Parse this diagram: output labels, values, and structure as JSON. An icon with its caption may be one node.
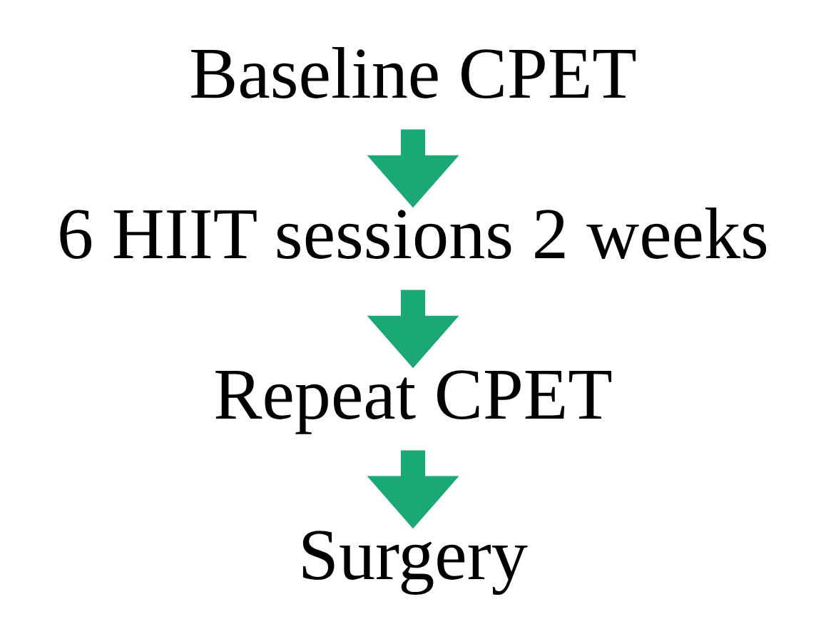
{
  "diagram": {
    "nodes": [
      {
        "text": [
          "Baseline CPET"
        ]
      },
      {
        "text": [
          "6 HIIT sessions 2 weeks"
        ]
      },
      {
        "text": [
          "Repeat CPET"
        ]
      },
      {
        "text": [
          "Surgery"
        ]
      }
    ],
    "edges": [
      {
        "from": 0,
        "to": 1,
        "arrow": "to"
      },
      {
        "from": 1,
        "to": 2,
        "arrow": "to"
      },
      {
        "from": 2,
        "to": 3,
        "arrow": "to"
      }
    ]
  }
}
